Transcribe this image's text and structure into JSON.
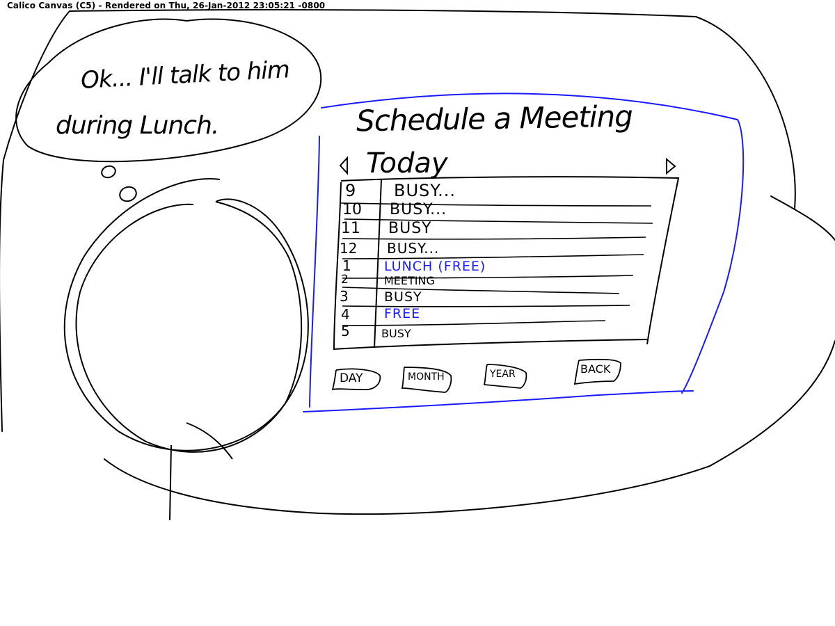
{
  "app": {
    "window_title": "Calico Canvas (C5) - Rendered on Thu, 26-Jan-2012 23:05:21 -0800"
  },
  "colors": {
    "ink_black": "#000000",
    "ink_blue": "#1a1aff",
    "background": "#ffffff"
  },
  "speech_bubble": {
    "line1": "Ok... I'll talk to him",
    "line2": "during Lunch."
  },
  "schedule_panel": {
    "title": "Schedule a Meeting",
    "day_label": "Today",
    "prev_icon": "triangle-left-icon",
    "next_icon": "triangle-right-icon",
    "rows": [
      {
        "hour": "9",
        "status": "BUSY...",
        "free": false
      },
      {
        "hour": "10",
        "status": "BUSY...",
        "free": false
      },
      {
        "hour": "11",
        "status": "BUSY",
        "free": false
      },
      {
        "hour": "12",
        "status": "BUSY...",
        "free": false
      },
      {
        "hour": "1",
        "status": "LUNCH (FREE)",
        "free": true
      },
      {
        "hour": "2",
        "status": "MEETING",
        "free": false
      },
      {
        "hour": "3",
        "status": "BUSY",
        "free": false
      },
      {
        "hour": "4",
        "status": "FREE",
        "free": true
      },
      {
        "hour": "5",
        "status": "BUSY",
        "free": false
      }
    ],
    "buttons": {
      "day": "DAY",
      "month": "MONTH",
      "year": "YEAR",
      "back": "BACK"
    }
  }
}
